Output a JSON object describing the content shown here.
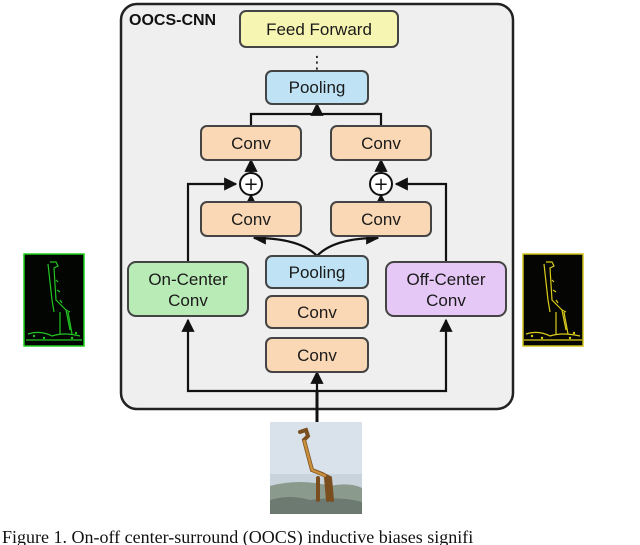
{
  "diagram": {
    "title": "OOCS-CNN",
    "nodes": {
      "feed_forward": "Feed Forward",
      "ellipsis": "⋮",
      "pooling_top": "Pooling",
      "conv_left_top": "Conv",
      "conv_right_top": "Conv",
      "plus_left": "+",
      "plus_right": "+",
      "conv_left_mid": "Conv",
      "conv_right_mid": "Conv",
      "pooling_mid": "Pooling",
      "conv_center_upper": "Conv",
      "conv_center_lower": "Conv",
      "on_center_line1": "On-Center",
      "on_center_line2": "Conv",
      "off_center_line1": "Off-Center",
      "off_center_line2": "Conv"
    },
    "caption": "Figure 1. On-off center-surround (OOCS) inductive biases signifi"
  },
  "colors": {
    "frame_fill": "#efefef",
    "feed_forward": "#f7f5b2",
    "pooling": "#bfe3f5",
    "conv": "#fad8b5",
    "on_center": "#b8ebb5",
    "off_center": "#e5c8f5",
    "on_image": "#22c422",
    "off_image": "#d9cc1a"
  }
}
